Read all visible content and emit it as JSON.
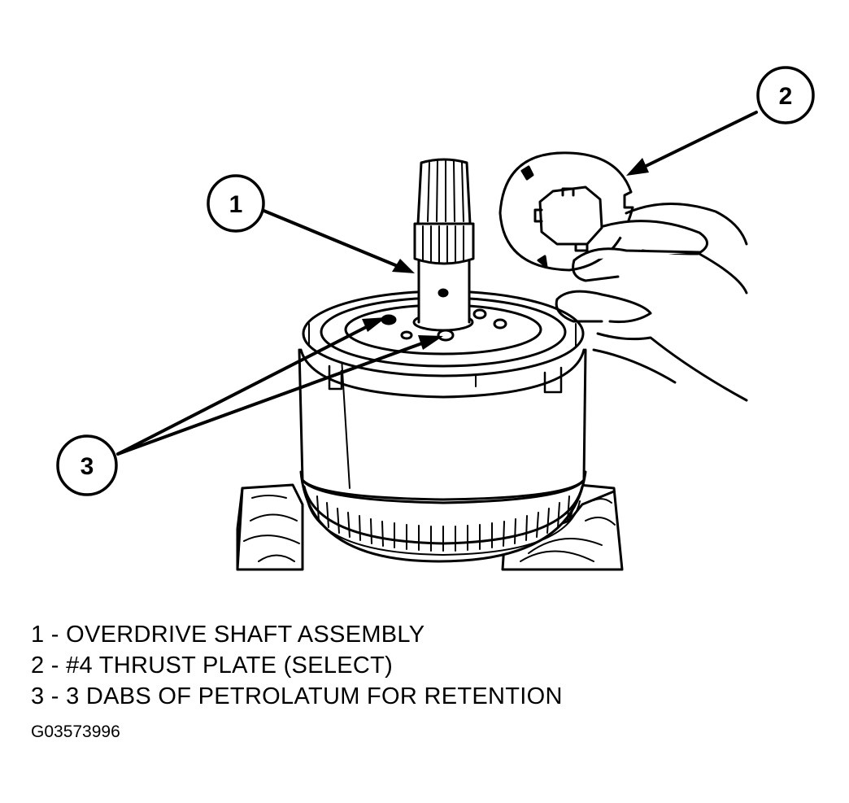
{
  "callouts": [
    {
      "number": "1"
    },
    {
      "number": "2"
    },
    {
      "number": "3"
    }
  ],
  "legend": [
    "1 - OVERDRIVE SHAFT ASSEMBLY",
    "2 - #4 THRUST PLATE (SELECT)",
    "3 - 3 DABS OF PETROLATUM FOR RETENTION"
  ],
  "figure_id": "G03573996",
  "colors": {
    "ink": "#000000",
    "paper": "#ffffff"
  }
}
